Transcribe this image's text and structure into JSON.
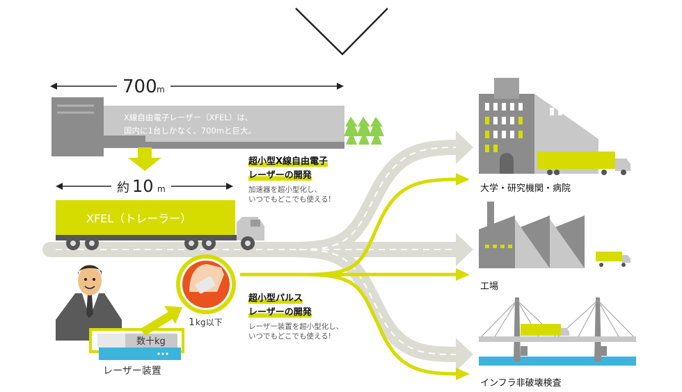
{
  "colors": {
    "accent": "#d6dc00",
    "road": "#dcdcd2",
    "dark_gray": "#8c8c8c",
    "light_gray": "#c8c8c8",
    "tree": "#8fd14f",
    "cyan": "#3cb4dc",
    "orange": "#e8531e"
  },
  "top_building": {
    "length_value": "700",
    "length_unit": "m",
    "description_line1": "X線自由電子レーザー（XFEL）は、",
    "description_line2": "国内に1台しかなく、700mと巨大。"
  },
  "truck_section": {
    "length_prefix": "約",
    "length_value": "10",
    "length_unit": "m",
    "truck_label": "XFEL（トレーラー）"
  },
  "xfel_callout": {
    "title_line1": "超小型X線自由電子",
    "title_line2": "レーザーの開発",
    "body_line1": "加速器を超小型化し、",
    "body_line2": "いつでもどこでも使える!"
  },
  "pulse_callout": {
    "title_line1": "超小型パルス",
    "title_line2": "レーザーの開発",
    "body_line1": "レーザー装置を超小型化し、",
    "body_line2": "いつでもどこでも使える!"
  },
  "laser_device": {
    "weight_label": "数十kg",
    "device_label": "レーザー装置",
    "small_weight_value": "1",
    "small_weight_unit": "kg以下"
  },
  "destinations": [
    {
      "label": "大学・研究機関・病院"
    },
    {
      "label": "工場"
    },
    {
      "label": "インフラ非破壊検査"
    }
  ]
}
